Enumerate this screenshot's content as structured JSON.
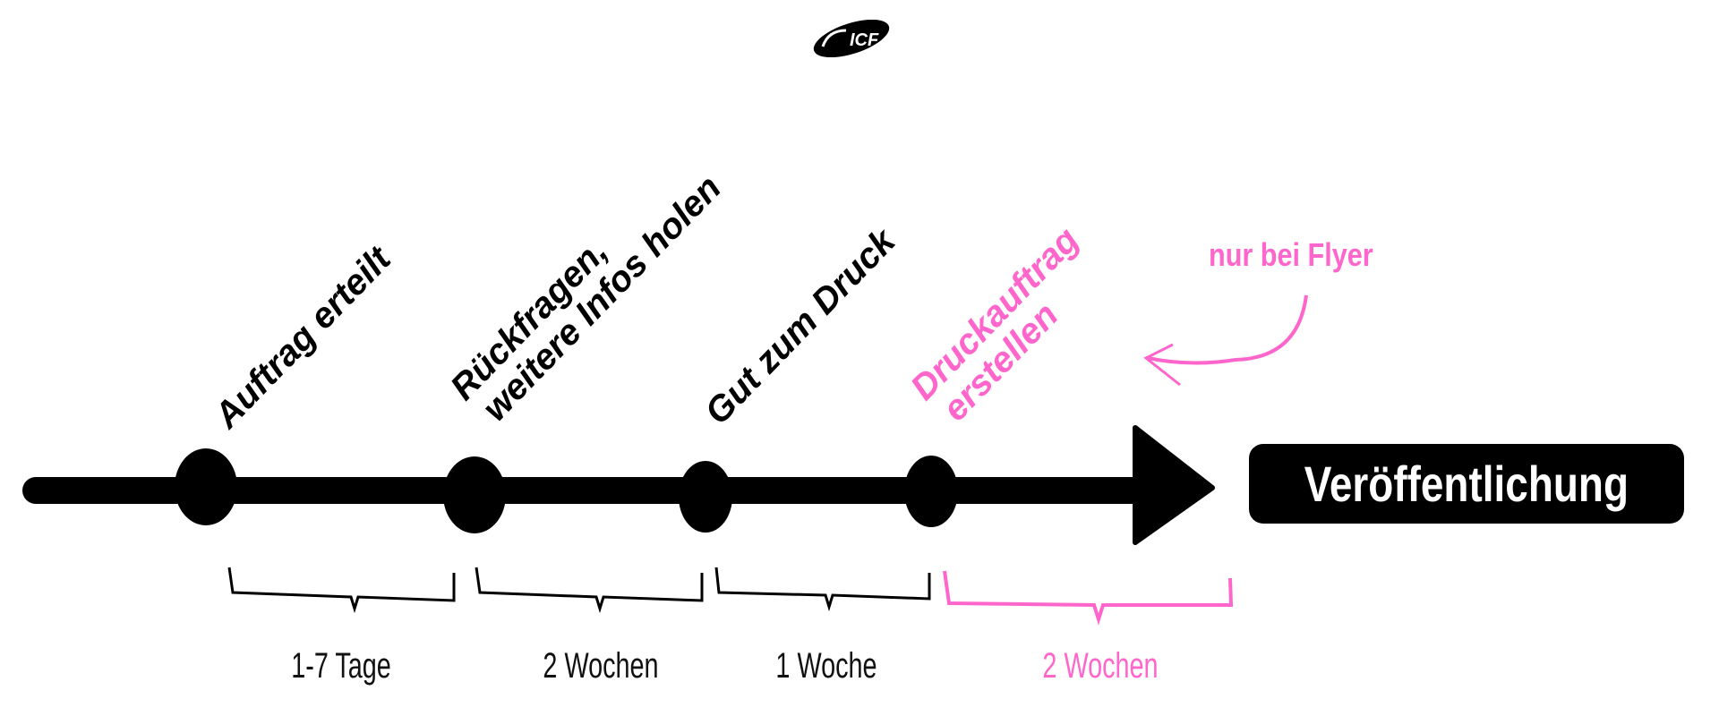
{
  "logo": {
    "text": "ICF"
  },
  "milestones": [
    {
      "label_lines": [
        "Auftrag erteilt"
      ]
    },
    {
      "label_lines": [
        "Rückfragen,",
        "weitere Infos holen"
      ]
    },
    {
      "label_lines": [
        "Gut zum Druck"
      ]
    },
    {
      "label_lines": [
        "Druckauftrag",
        "erstellen"
      ]
    }
  ],
  "end_label": "Veröffentlichung",
  "note": "nur bei Flyer",
  "durations": [
    "1-7 Tage",
    "2 Wochen",
    "1 Woche",
    "2 Wochen"
  ],
  "colors": {
    "main": "#000000",
    "highlight": "#ff66cc",
    "background": "#ffffff"
  }
}
